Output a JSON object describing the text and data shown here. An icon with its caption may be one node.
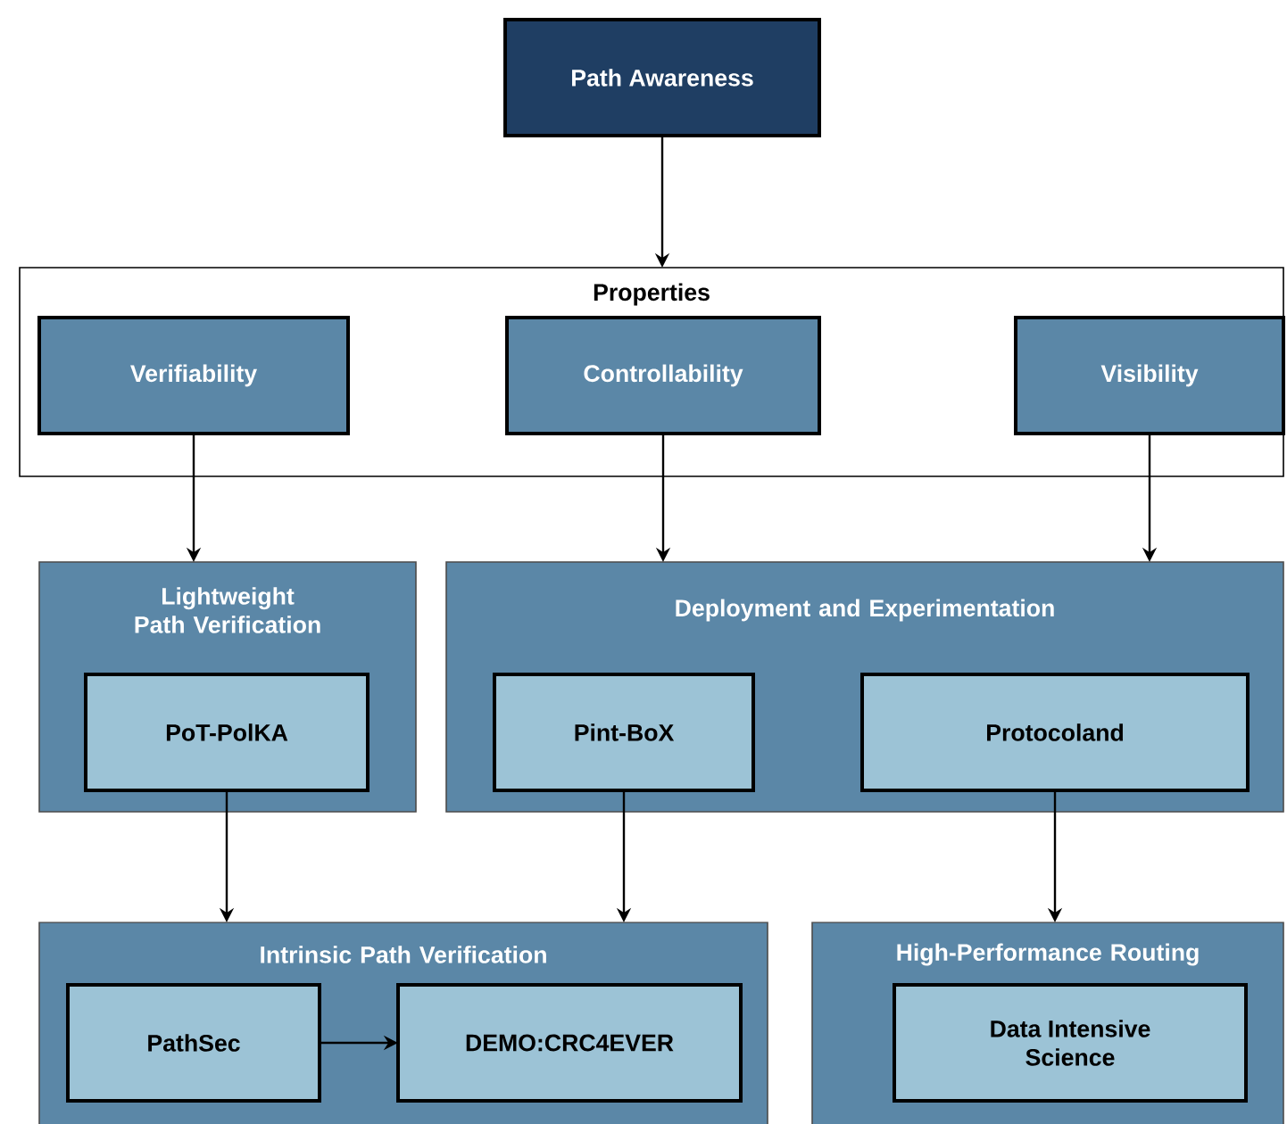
{
  "diagram": {
    "nodes": [
      {
        "text": [
          "Path Awareness"
        ]
      },
      {
        "text": [
          "Properties"
        ]
      },
      {
        "text": [
          "Verifiability"
        ],
        "in": 1
      },
      {
        "text": [
          "Controllability"
        ],
        "in": 1
      },
      {
        "text": [
          "Visibility"
        ],
        "in": 1
      },
      {
        "text": [
          "Lightweight Path Verification"
        ]
      },
      {
        "text": [
          "PoT-PolKA"
        ],
        "in": 5
      },
      {
        "text": [
          "Deployment and Experimentation"
        ]
      },
      {
        "text": [
          "Pint-BoX"
        ],
        "in": 7
      },
      {
        "text": [
          "Protocoland"
        ],
        "in": 7
      },
      {
        "text": [
          "Intrinsic Path Verification"
        ]
      },
      {
        "text": [
          "PathSec"
        ],
        "in": 10
      },
      {
        "text": [
          "DEMO:CRC4EVER"
        ],
        "in": 10
      },
      {
        "text": [
          "High-Performance Routing"
        ]
      },
      {
        "text": [
          "Data Intensive Science"
        ],
        "in": 13
      }
    ],
    "edges": [
      {
        "from": 0,
        "to": 1,
        "arrow": "to"
      },
      {
        "from": 2,
        "to": 5,
        "arrow": "to"
      },
      {
        "from": 3,
        "to": 7,
        "arrow": "to"
      },
      {
        "from": 4,
        "to": 7,
        "arrow": "to"
      },
      {
        "from": 6,
        "to": 10,
        "arrow": "to"
      },
      {
        "from": 8,
        "to": 10,
        "arrow": "to"
      },
      {
        "from": 9,
        "to": 13,
        "arrow": "to"
      },
      {
        "from": 11,
        "to": 12,
        "arrow": "to"
      }
    ]
  }
}
